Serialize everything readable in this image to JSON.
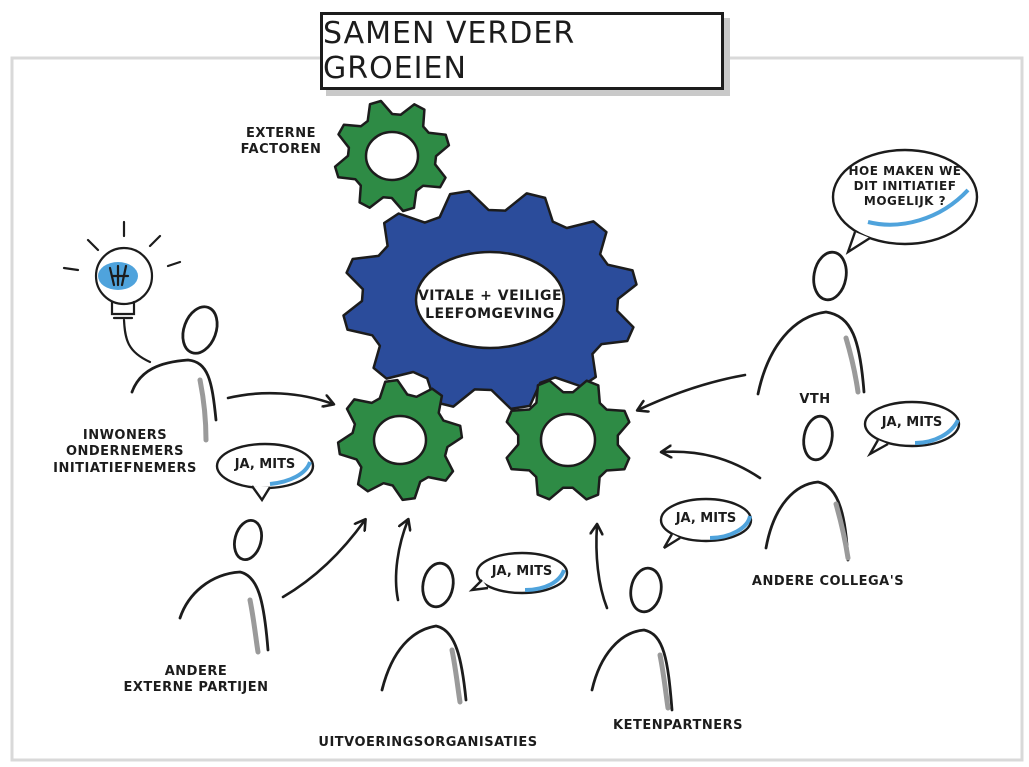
{
  "title": "SAMEN VERDER GROEIEN",
  "colors": {
    "blue_gear": "#2B4C9B",
    "green_gear": "#2E8B45",
    "ink": "#1c1c1c",
    "accent": "#4FA3DC"
  },
  "center": {
    "label": "VITALE + VEILIGE\nLEEFOMGEVING"
  },
  "external_factors": {
    "label": "EXTERNE\nFACTOREN"
  },
  "speech": {
    "question": "HOE MAKEN WE\nDIT INITIATIEF\nMOGELIJK ?"
  },
  "bubbles": {
    "ja_mits": "JA, MITS"
  },
  "actors": {
    "inwoners": "INWONERS\nONDERNEMERS\nINITIATIEFNEMERS",
    "externe_partijen": "ANDERE\nEXTERNE PARTIJEN",
    "uitvoering": "UITVOERINGSORGANISATIES",
    "ketenpartners": "KETENPARTNERS",
    "collegas": "ANDERE COLLEGA'S",
    "vth": "VTH"
  }
}
